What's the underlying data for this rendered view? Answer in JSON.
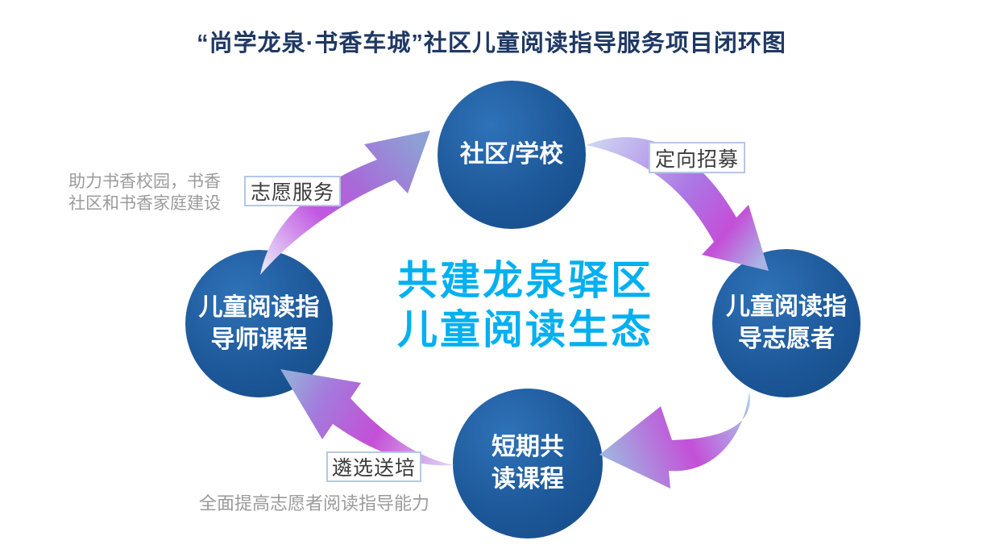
{
  "title": "“尚学龙泉·书香车城”社区儿童阅读指导服务项目闭环图",
  "center": {
    "line1": "共建龙泉驿区",
    "line2": "儿童阅读生态",
    "color": "#00b0f0"
  },
  "nodes": {
    "top": {
      "label": "社区/学校"
    },
    "right": {
      "line1": "儿童阅读指",
      "line2": "导志愿者"
    },
    "bottom": {
      "line1": "短期共",
      "line2": "读课程"
    },
    "left": {
      "line1": "儿童阅读指",
      "line2": "导师课程"
    }
  },
  "edges": {
    "recruit": "定向招募",
    "volunteer": "志愿服务",
    "select": "遴选送培"
  },
  "annotations": {
    "left_line1": "助力书香校园，书香",
    "left_line2": "社区和书香家庭建设",
    "bottom": "全面提高志愿者阅读指导能力"
  },
  "colors": {
    "title": "#1f3864",
    "node_fill": "#1d5899",
    "node_text": "#ffffff",
    "center_text": "#00b0f0",
    "edge_label_border": "#b4c7e7",
    "edge_label_text": "#3b3b3b",
    "annotation_text": "#9b9b9b",
    "arrow_lavender": "#dcd6f5",
    "arrow_magenta": "#c44fd6",
    "arrow_slate_blue": "#93a5d6",
    "arrow_light_blue": "#a9c6e8"
  }
}
